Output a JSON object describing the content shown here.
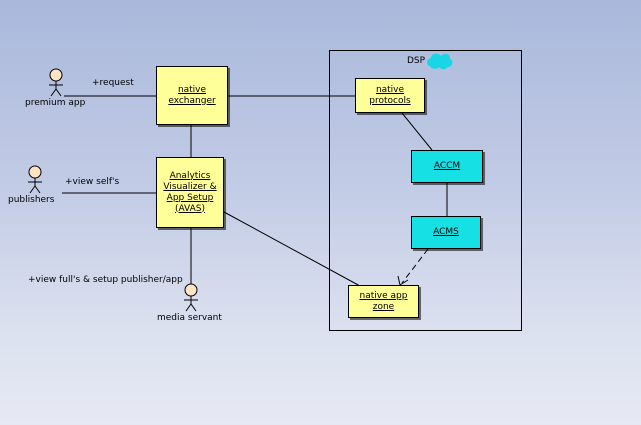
{
  "actors": {
    "premium_app": "premium app",
    "publishers": "publishers",
    "media_servant": "media servant"
  },
  "nodes": {
    "native_exchanger": [
      "native",
      "exchanger"
    ],
    "avas": [
      "Analytics",
      "Visualizer &",
      "App Setup",
      "(AVAS)"
    ],
    "native_protocols": [
      "native",
      "protocols"
    ],
    "accm": [
      "ACCM"
    ],
    "acms": [
      "ACMS"
    ],
    "native_app_zone": [
      "native app",
      "zone"
    ]
  },
  "boundary": {
    "title": "DSP"
  },
  "edge_labels": {
    "request": "+request",
    "view_selfs": "+view self's",
    "view_fulls": "+view full's & setup publisher/app"
  },
  "colors": {
    "node_yellow": "#ffff99",
    "node_cyan": "#16e0e3",
    "cloud_icon": "#18d6e6",
    "actor_head": "#ffe4c4"
  }
}
